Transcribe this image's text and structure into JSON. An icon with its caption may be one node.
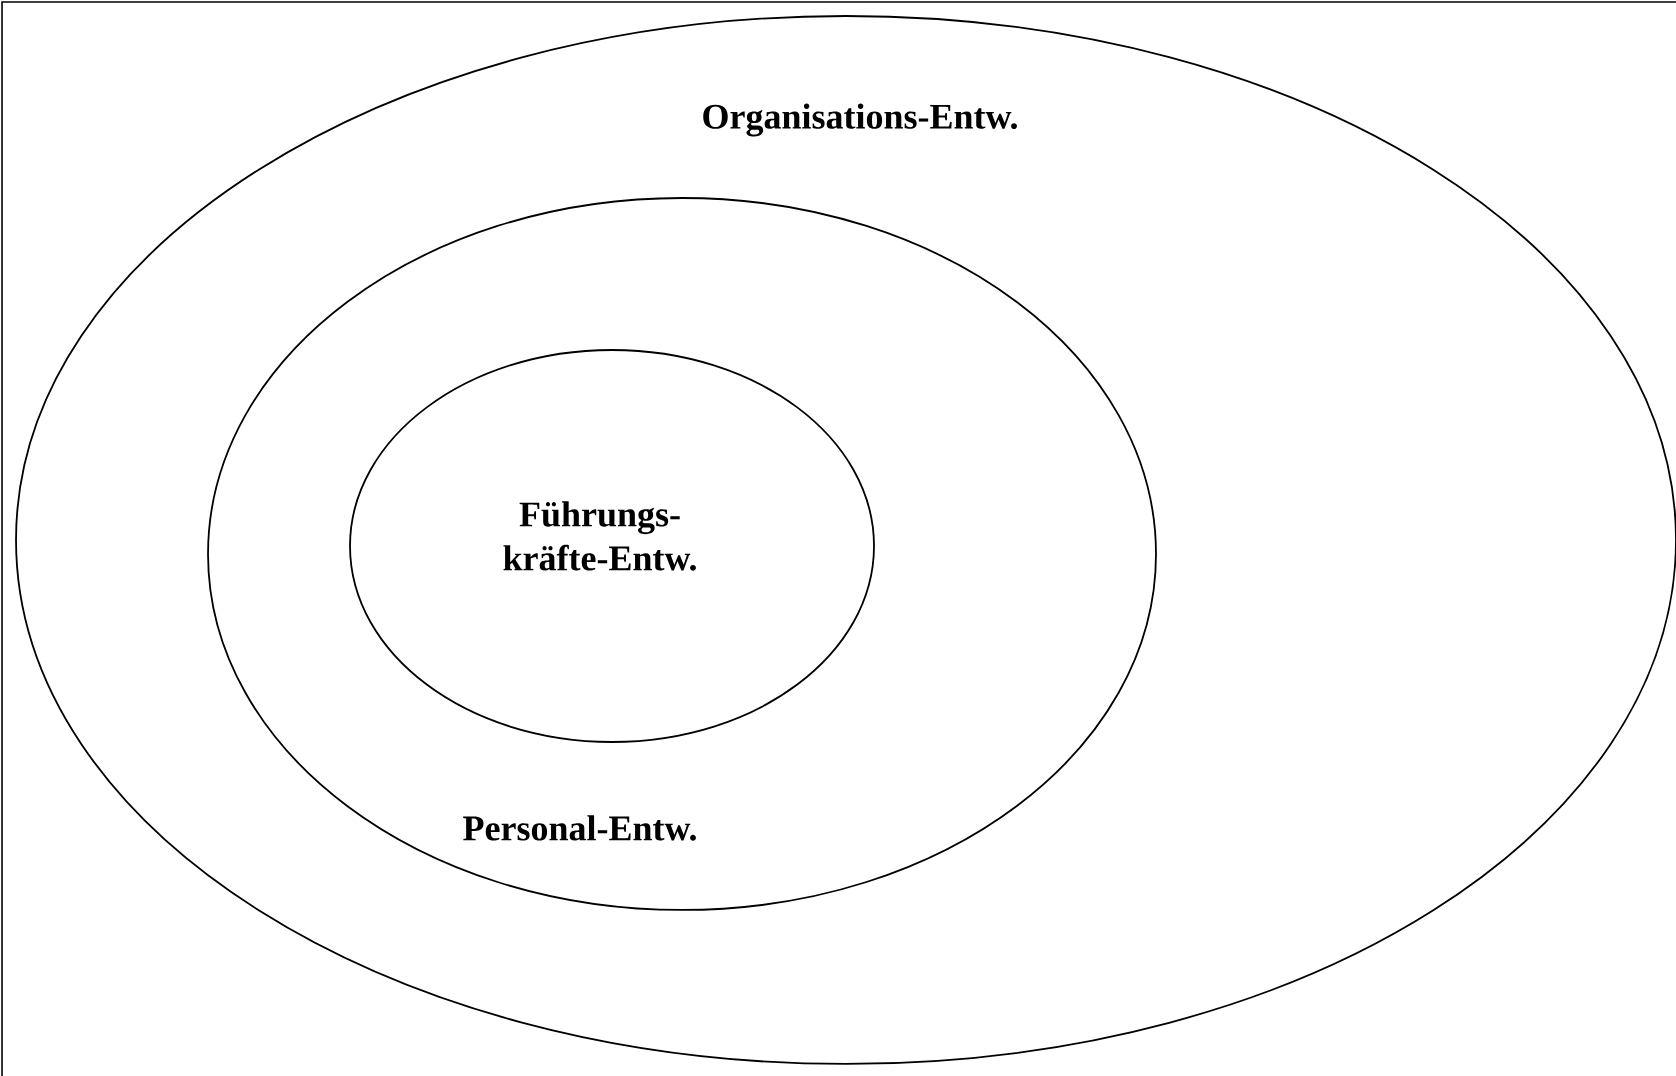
{
  "diagram": {
    "nodes": [
      {
        "text": [
          "Organisations-Entw."
        ]
      },
      {
        "text": [
          "Personal-Entw."
        ],
        "in": 0
      },
      {
        "text": [
          "Führungs- kräfte-Entw."
        ],
        "in": 1
      }
    ]
  }
}
